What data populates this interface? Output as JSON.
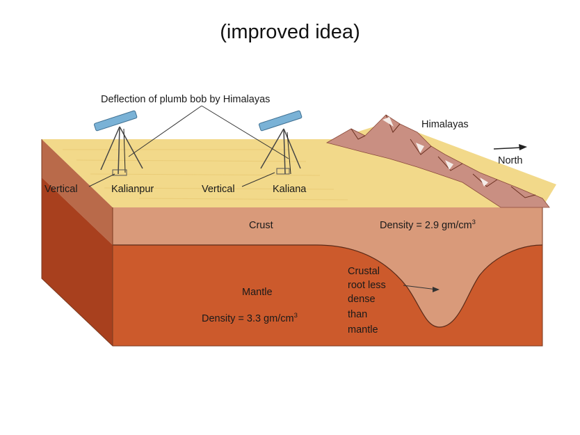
{
  "slide": {
    "title": "(improved idea)"
  },
  "diagram": {
    "callout": "Deflection of plumb bob by Himalayas",
    "mountains": "Himalayas",
    "direction": "North",
    "vertical_left": "Vertical",
    "vertical_right": "Vertical",
    "station_left": "Kalianpur",
    "station_right": "Kaliana",
    "crust": "Crust",
    "crust_density": "Density = 2.9 gm/cm",
    "crust_density_exp": "3",
    "mantle": "Mantle",
    "mantle_density": "Density = 3.3 gm/cm",
    "mantle_density_exp": "3",
    "root_lines": [
      "Crustal",
      "root less",
      "dense",
      "than",
      "mantle"
    ]
  },
  "colors": {
    "surface": "#f2d98a",
    "crust": "#d99a7a",
    "crust_side": "#b96a4a",
    "mantle": "#cc5a2c",
    "mantle_side": "#a8401e",
    "root": "#dd9e80",
    "telescope": "#7ab2d6"
  }
}
